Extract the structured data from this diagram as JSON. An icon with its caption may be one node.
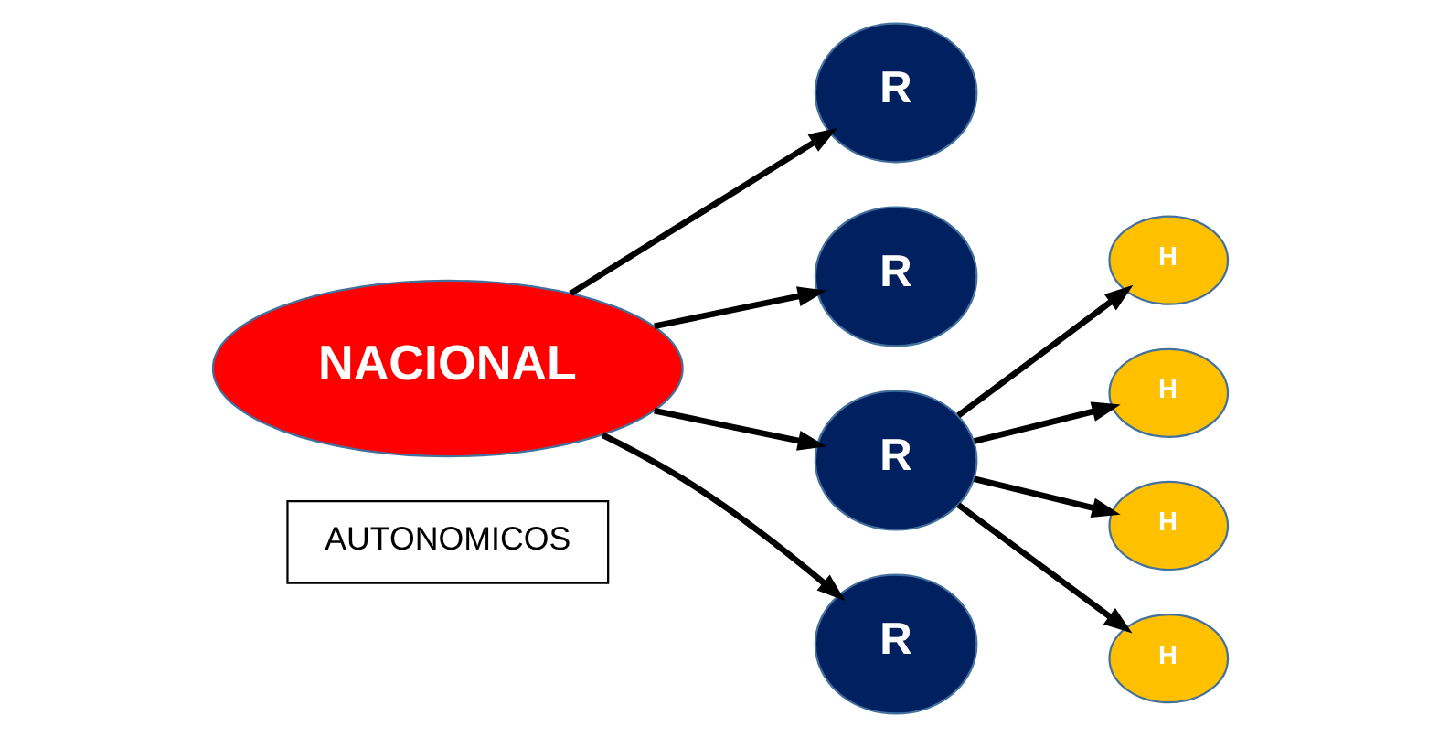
{
  "diagram": {
    "nodes": [
      {
        "text": [
          "AUTONOMICOS"
        ]
      },
      {
        "text": [
          "R"
        ]
      },
      {
        "text": [
          "R"
        ]
      },
      {
        "text": [
          "R"
        ]
      },
      {
        "text": [
          "H"
        ]
      },
      {
        "text": [
          "H"
        ]
      },
      {
        "text": [
          "H"
        ]
      },
      {
        "text": [
          "H"
        ]
      },
      {
        "text": [
          "NACIONAL"
        ]
      },
      {
        "text": [
          "R"
        ]
      }
    ],
    "edges": [
      {
        "from": 8,
        "to": 1,
        "arrow": "to"
      },
      {
        "from": 8,
        "to": 2,
        "arrow": "to"
      },
      {
        "from": 8,
        "to": 3,
        "arrow": "to"
      },
      {
        "from": 8,
        "to": 9,
        "arrow": "to"
      },
      {
        "from": 3,
        "to": 4,
        "arrow": "to"
      },
      {
        "from": 3,
        "to": 5,
        "arrow": "to"
      },
      {
        "from": 3,
        "to": 6,
        "arrow": "to"
      },
      {
        "from": 3,
        "to": 7,
        "arrow": "to"
      }
    ]
  }
}
